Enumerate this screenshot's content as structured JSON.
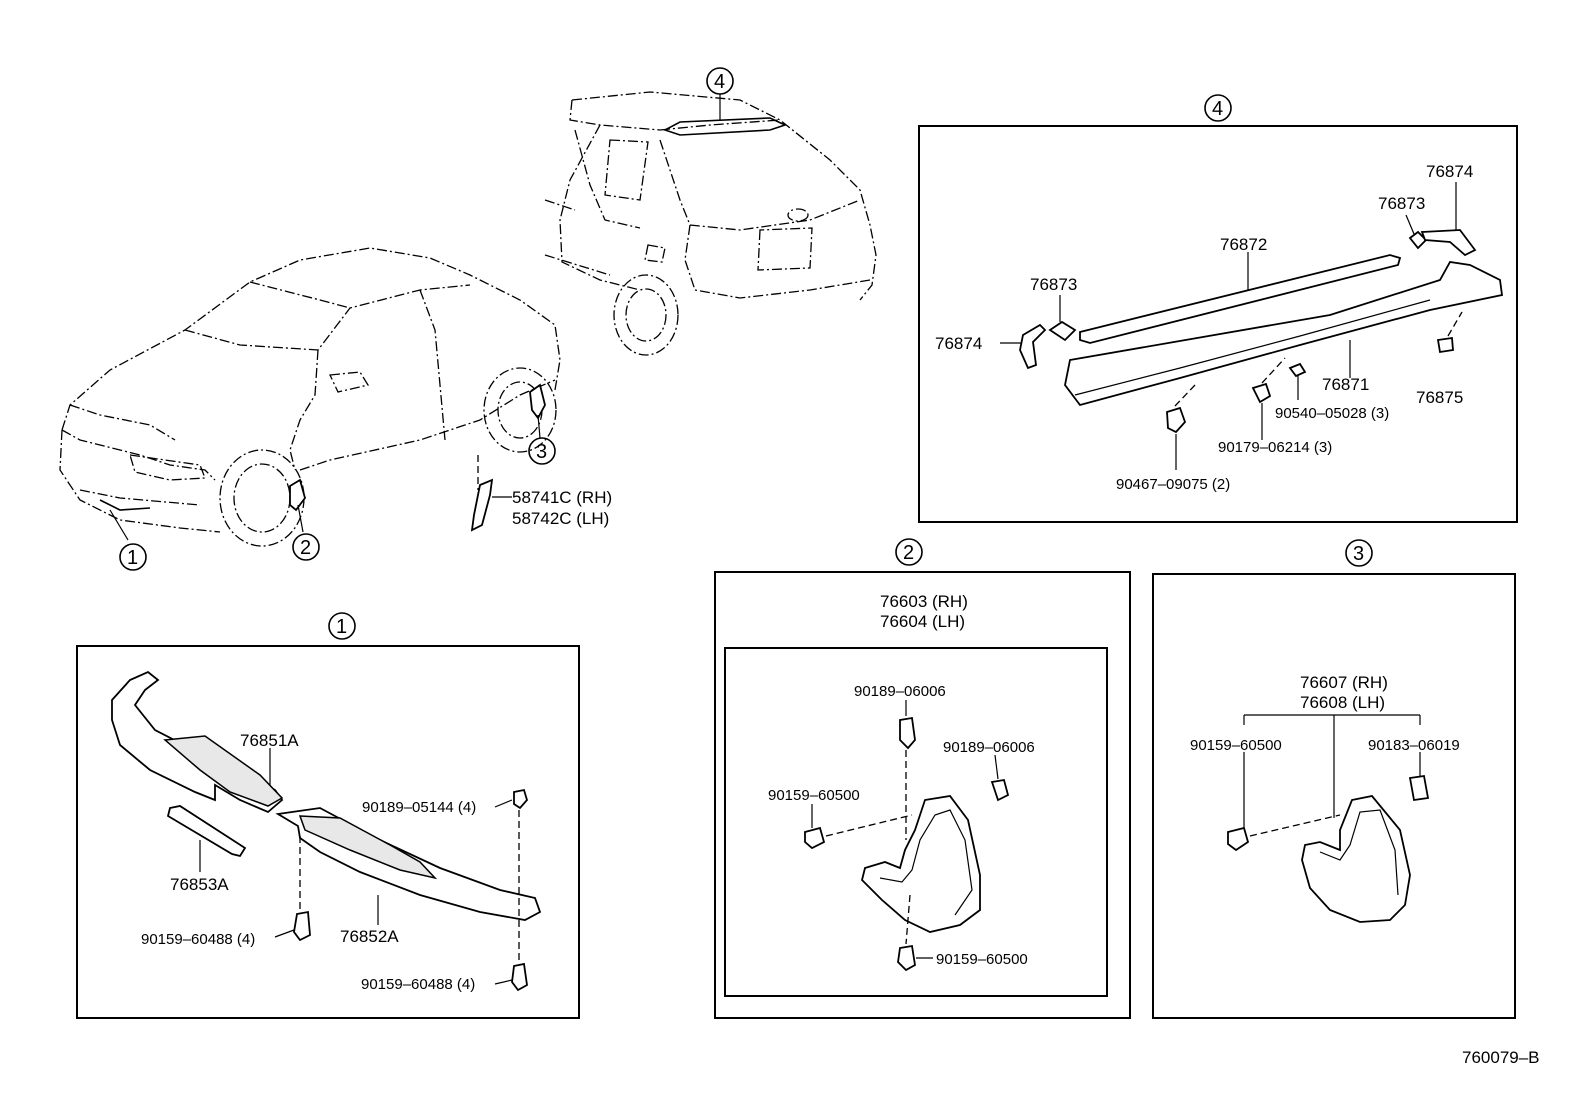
{
  "diagram_code": "760079–B",
  "callouts": {
    "c1": "1",
    "c2": "2",
    "c3": "3",
    "c4": "4"
  },
  "overview": {
    "mud_rh": "58741C (RH)",
    "mud_lh": "58742C (LH)"
  },
  "panel4": {
    "title": "4",
    "p76874a": "76874",
    "p76873a": "76873",
    "p76872": "76872",
    "p76873b": "76873",
    "p76874b": "76874",
    "p76871": "76871",
    "p76875": "76875",
    "p90540": "90540–05028 (3)",
    "p90179": "90179–06214 (3)",
    "p90467": "90467–09075 (2)"
  },
  "panel1": {
    "title": "1",
    "p76851A": "76851A",
    "p90189": "90189–05144 (4)",
    "p76853A": "76853A",
    "p90159a": "90159–60488 (4)",
    "p76852A": "76852A",
    "p90159b": "90159–60488 (4)"
  },
  "panel2": {
    "title": "2",
    "hdr_rh": "76603 (RH)",
    "hdr_lh": "76604 (LH)",
    "p90189a": "90189–06006",
    "p90189b": "90189–06006",
    "p90159a": "90159–60500",
    "p90159b": "90159–60500"
  },
  "panel3": {
    "title": "3",
    "hdr_rh": "76607 (RH)",
    "hdr_lh": "76608 (LH)",
    "p90159": "90159–60500",
    "p90183": "90183–06019"
  }
}
